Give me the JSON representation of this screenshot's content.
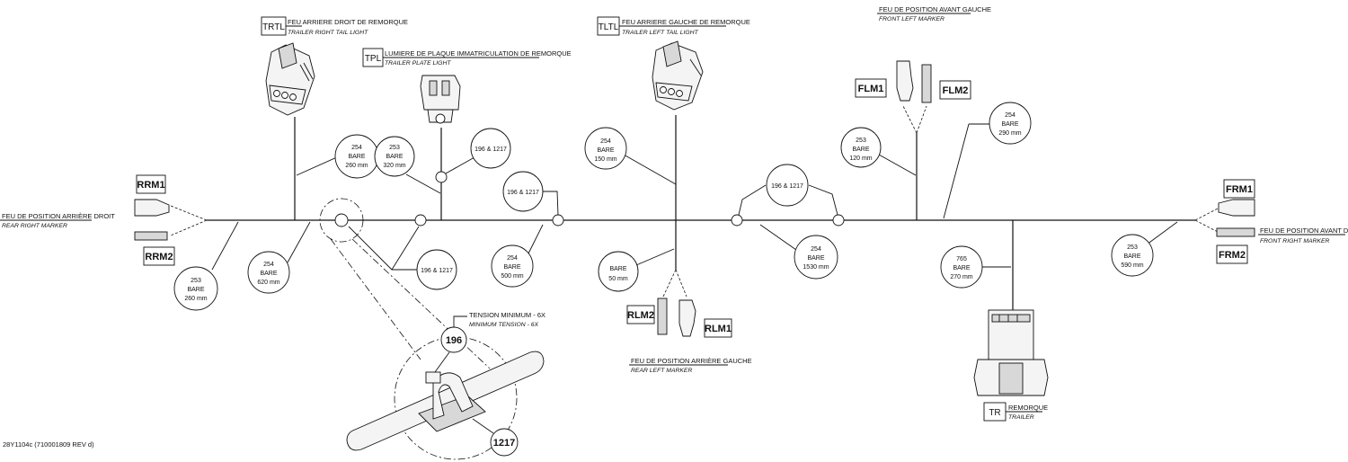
{
  "connectors": {
    "trtl": {
      "code": "TRTL",
      "fr": "FEU ARRIERE DROIT DE REMORQUE",
      "en": "TRAILER RIGHT TAIL LIGHT"
    },
    "tpl": {
      "code": "TPL",
      "fr": "LUMIERE DE PLAQUE IMMATRICULATION DE REMORQUE",
      "en": "TRAILER PLATE LIGHT"
    },
    "tltl": {
      "code": "TLTL",
      "fr": "FEU ARRIERE GAUCHE DE REMORQUE",
      "en": "TRAILER LEFT TAIL LIGHT"
    },
    "flm": {
      "fr": "FEU DE POSITION AVANT GAUCHE",
      "en": "FRONT LEFT MARKER",
      "code1": "FLM1",
      "code2": "FLM2"
    },
    "rrm": {
      "fr": "FEU DE POSITION ARRIÈRE DROIT",
      "en": "REAR RIGHT MARKER",
      "code1": "RRM1",
      "code2": "RRM2"
    },
    "frm": {
      "fr": "FEU DE POSITION AVANT DROIT",
      "en": "FRONT RIGHT MARKER",
      "code1": "FRM1",
      "code2": "FRM2"
    },
    "rlm": {
      "fr": "FEU DE POSITION ARRIÈRE GAUCHE",
      "en": "REAR LEFT MARKER",
      "code1": "RLM1",
      "code2": "RLM2"
    },
    "tr": {
      "code": "TR",
      "fr": "REMORQUE",
      "en": "TRAILER"
    }
  },
  "callouts": {
    "c1": {
      "part": "254",
      "mid": "BARE",
      "len": "260 mm"
    },
    "c2": {
      "part": "253",
      "mid": "BARE",
      "len": "320 mm"
    },
    "c3": {
      "part": "196 & 1217"
    },
    "c4": {
      "part": "196 & 1217"
    },
    "c5": {
      "part": "254",
      "mid": "BARE",
      "len": "150 mm"
    },
    "c6": {
      "part": "196 & 1217"
    },
    "c7": {
      "part": "253",
      "mid": "BARE",
      "len": "120 mm"
    },
    "c8": {
      "part": "254",
      "mid": "BARE",
      "len": "290 mm"
    },
    "c9": {
      "part": "254",
      "mid": "BARE",
      "len": "620 mm"
    },
    "c10": {
      "part": "196 & 1217"
    },
    "c11": {
      "part": "254",
      "mid": "BARE",
      "len": "500 mm"
    },
    "c12": {
      "part": "253",
      "mid": "BARE",
      "len": "260 mm"
    },
    "c13": {
      "mid": "BARE",
      "len": "50 mm"
    },
    "c14": {
      "part": "254",
      "mid": "BARE",
      "len": "1530 mm"
    },
    "c15": {
      "part": "765",
      "mid": "BARE",
      "len": "270 mm"
    },
    "c16": {
      "part": "253",
      "mid": "BARE",
      "len": "590 mm"
    }
  },
  "detail": {
    "tension_fr": "TENSION MINIMUM - 6X",
    "tension_en": "MINIMUM TENSION - 6X",
    "part_tie": "196",
    "part_clip": "1217"
  },
  "footer": {
    "doc_ref": "28Y1104c (710001809 REV d)"
  }
}
